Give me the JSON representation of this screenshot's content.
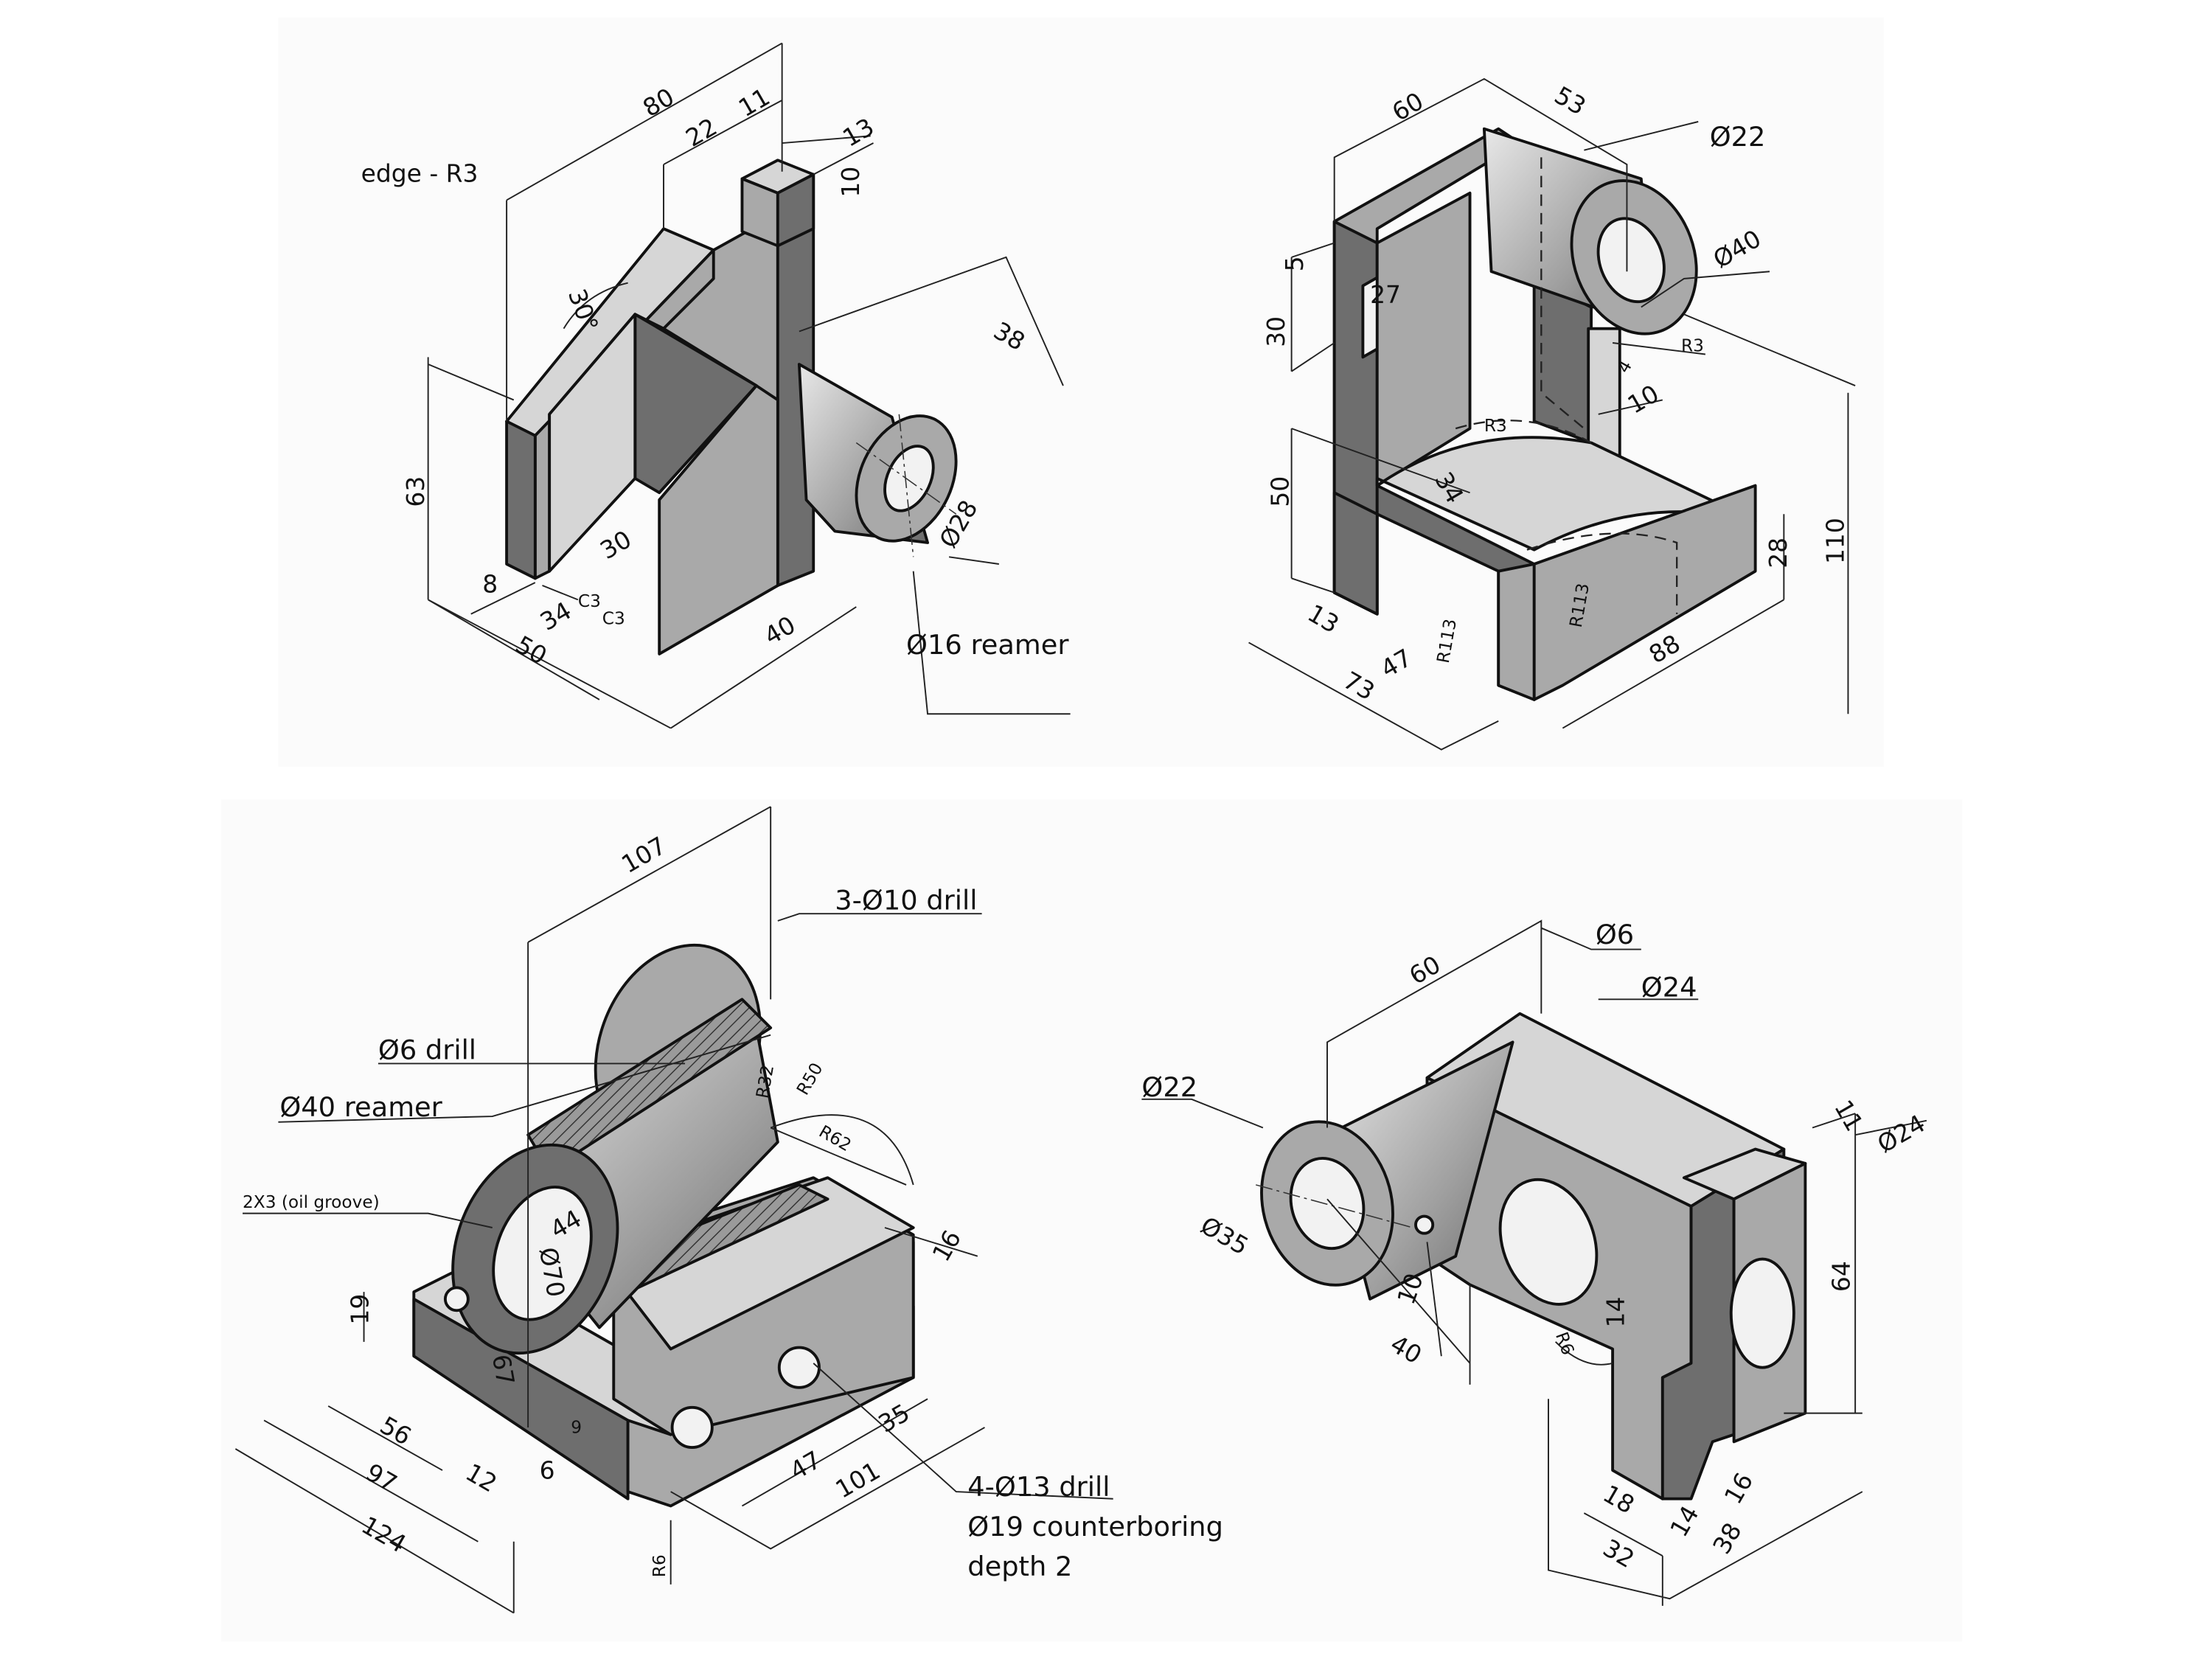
{
  "drawing_1": {
    "note": "edge - R3",
    "dims": [
      "80",
      "22",
      "11",
      "13",
      "10",
      "30°",
      "63",
      "38",
      "Ø28",
      "Ø16 reamer",
      "30",
      "8",
      "C3",
      "C3",
      "34",
      "50",
      "40"
    ]
  },
  "drawing_2": {
    "dims": [
      "60",
      "53",
      "Ø22",
      "Ø40",
      "5",
      "27",
      "30",
      "R3",
      "4",
      "10",
      "R3",
      "34",
      "50",
      "28",
      "110",
      "R113",
      "R113",
      "13",
      "47",
      "73",
      "88"
    ]
  },
  "drawing_3": {
    "dims": [
      "107",
      "3-Ø10 drill",
      "Ø6 drill",
      "Ø40 reamer",
      "R32",
      "R50",
      "R62",
      "2X3 (oil groove)",
      "44",
      "Ø70",
      "16",
      "19",
      "67",
      "56",
      "9",
      "12",
      "6",
      "97",
      "124",
      "35",
      "47",
      "101",
      "R6"
    ],
    "callout": [
      "4-Ø13 drill",
      "Ø19 counterboring",
      "depth 2"
    ]
  },
  "drawing_4": {
    "dims": [
      "60",
      "Ø6",
      "Ø24",
      "Ø22",
      "Ø35",
      "11",
      "Ø24",
      "64",
      "10",
      "40",
      "14",
      "R6",
      "18",
      "14",
      "16",
      "32",
      "38"
    ]
  }
}
